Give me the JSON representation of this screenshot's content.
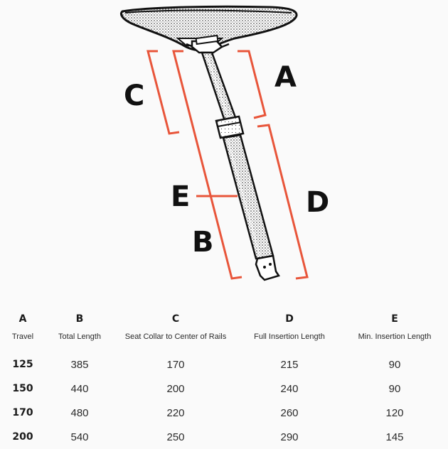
{
  "colors": {
    "dimension_bracket": "#e8553a",
    "ink": "#111111",
    "background": "#fafafa"
  },
  "diagram": {
    "labels": {
      "A": "A",
      "B": "B",
      "C": "C",
      "D": "D",
      "E": "E"
    }
  },
  "table": {
    "letters": [
      "A",
      "B",
      "C",
      "D",
      "E"
    ],
    "headers": [
      "Travel",
      "Total Length",
      "Seat Collar to Center of Rails",
      "Full Insertion Length",
      "Min. Insertion Length"
    ],
    "rows": [
      [
        "125",
        "385",
        "170",
        "215",
        "90"
      ],
      [
        "150",
        "440",
        "200",
        "240",
        "90"
      ],
      [
        "170",
        "480",
        "220",
        "260",
        "120"
      ],
      [
        "200",
        "540",
        "250",
        "290",
        "145"
      ]
    ]
  }
}
